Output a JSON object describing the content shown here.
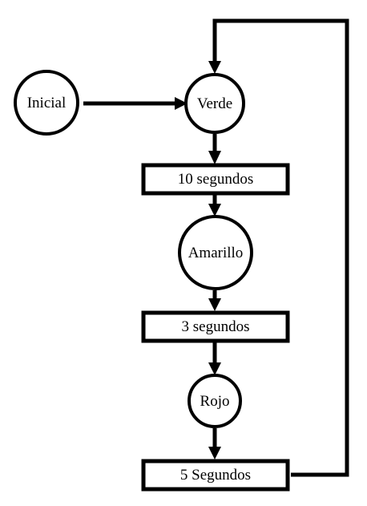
{
  "diagram": {
    "states": {
      "inicial": "Inicial",
      "verde": "Verde",
      "amarillo": "Amarillo",
      "rojo": "Rojo"
    },
    "timers": {
      "t10": "10 segundos",
      "t3": "3 segundos",
      "t5": "5 Segundos"
    },
    "colors": {
      "stroke": "#000000",
      "fill": "#ffffff"
    }
  }
}
